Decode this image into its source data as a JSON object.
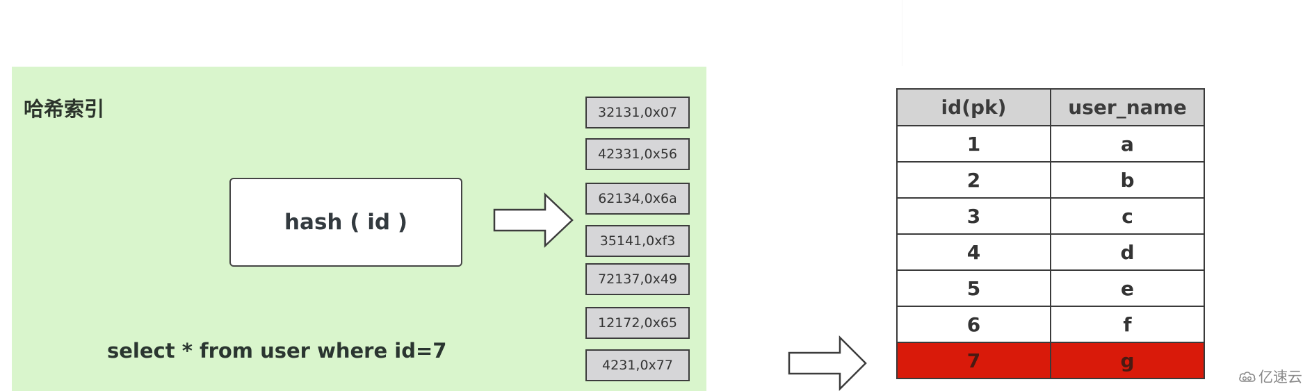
{
  "panel": {
    "title": "哈希索引",
    "background": "#d9f5cc"
  },
  "hash_function": {
    "label": "hash ( id )"
  },
  "buckets": [
    {
      "label": "32131,0x07"
    },
    {
      "label": "42331,0x56"
    },
    {
      "label": "62134,0x6a"
    },
    {
      "label": "35141,0xf3"
    },
    {
      "label": "72137,0x49"
    },
    {
      "label": "12172,0x65"
    },
    {
      "label": "4231,0x77"
    }
  ],
  "query": {
    "text": "select * from user where id=7"
  },
  "table": {
    "headers": [
      "id(pk)",
      "user_name"
    ],
    "rows": [
      {
        "id": "1",
        "user_name": "a"
      },
      {
        "id": "2",
        "user_name": "b"
      },
      {
        "id": "3",
        "user_name": "c"
      },
      {
        "id": "4",
        "user_name": "d"
      },
      {
        "id": "5",
        "user_name": "e"
      },
      {
        "id": "6",
        "user_name": "f"
      },
      {
        "id": "7",
        "user_name": "g"
      }
    ],
    "highlight_row_index": 6,
    "highlight_color": "#d91a0a"
  },
  "watermark": {
    "icon": "cloud-logo-icon",
    "text": "亿速云"
  }
}
